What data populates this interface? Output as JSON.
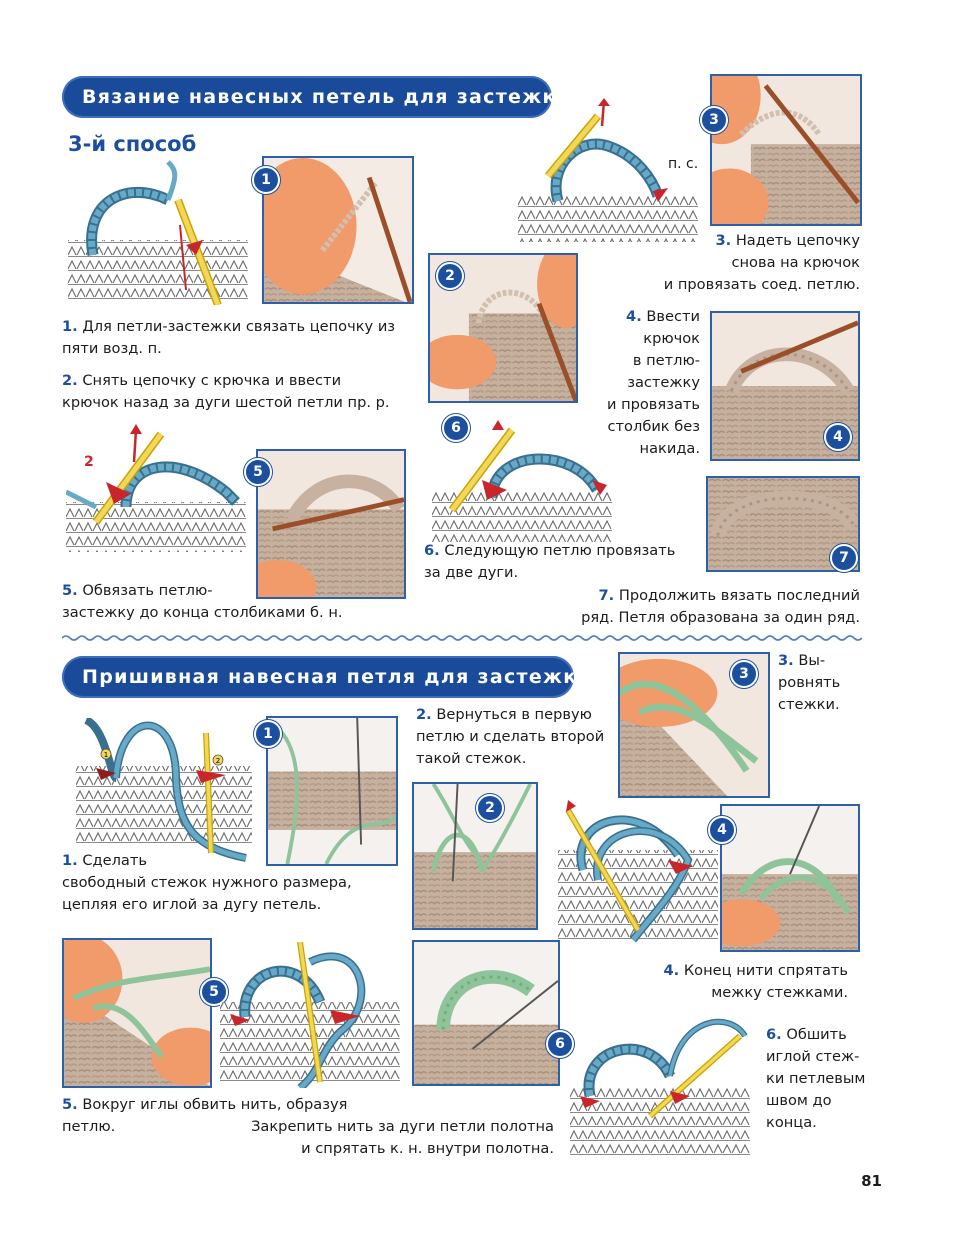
{
  "section1": {
    "title": "Вязание навесных петель для застежки",
    "method": "3-й способ",
    "label_ps": "п. с.",
    "diagram_label_2": "2",
    "steps": [
      {
        "n": "1.",
        "text": "Для петли-застежки связать цепочку из пяти возд. п."
      },
      {
        "n": "2.",
        "text": "Снять цепочку с крючка и ввести крючок назад за дуги шестой петли пр. р."
      },
      {
        "n": "3.",
        "line1": "Надеть цепочку",
        "line2": "снова на крючок",
        "line3": "и провязать соед. петлю."
      },
      {
        "n": "4.",
        "lines": [
          "Ввести",
          "крючок",
          "в петлю-",
          "застежку",
          "и провязать",
          "столбик без",
          "накида."
        ]
      },
      {
        "n": "5.",
        "line1": "Обвязать петлю-",
        "line2": "застежку до конца столбиками б. н."
      },
      {
        "n": "6.",
        "line1": "Следующую петлю провязать",
        "line2": "за две дуги."
      },
      {
        "n": "7.",
        "line1": "Продолжить вязать последний",
        "line2": "ряд. Петля образована за один ряд."
      }
    ],
    "badges": [
      "1",
      "2",
      "3",
      "4",
      "5",
      "6",
      "7"
    ]
  },
  "section2": {
    "title": "Пришивная навесная петля для застежки",
    "diagram_marks": [
      "1",
      "2"
    ],
    "steps": [
      {
        "n": "1.",
        "line1": "Сделать",
        "line2": "свободный стежок нужного размера,",
        "line3": "цепляя его иглой за дугу петель."
      },
      {
        "n": "2.",
        "line1": "Вернуться в первую",
        "line2": "петлю и сделать второй",
        "line3": "такой стежок."
      },
      {
        "n": "3.",
        "line1": "Вы-",
        "line2": "ровнять",
        "line3": "стежки."
      },
      {
        "n": "4.",
        "line1": "Конец нити спрятать",
        "line2": "межку стежками."
      },
      {
        "n": "5.",
        "line1": "Вокруг иглы обвить нить, образуя петлю.",
        "line2": "Закрепить нить за дуги петли полотна",
        "line3": "и спрятать к. н. внутри полотна."
      },
      {
        "n": "6.",
        "lines": [
          "Обшить",
          "иглой стеж-",
          "ки петлевым",
          "швом до",
          "конца."
        ]
      }
    ],
    "badges": [
      "1",
      "2",
      "3",
      "4",
      "5",
      "6"
    ]
  },
  "page_number": "81",
  "colors": {
    "accent": "#1a4b9a",
    "heading": "#1d4f9f",
    "yarn_blue": "#5aa0c0",
    "yarn_beige": "#c4ad9a",
    "yarn_green": "#8fc49a",
    "hook": "#a0552c",
    "marker_red": "#c8262a"
  }
}
